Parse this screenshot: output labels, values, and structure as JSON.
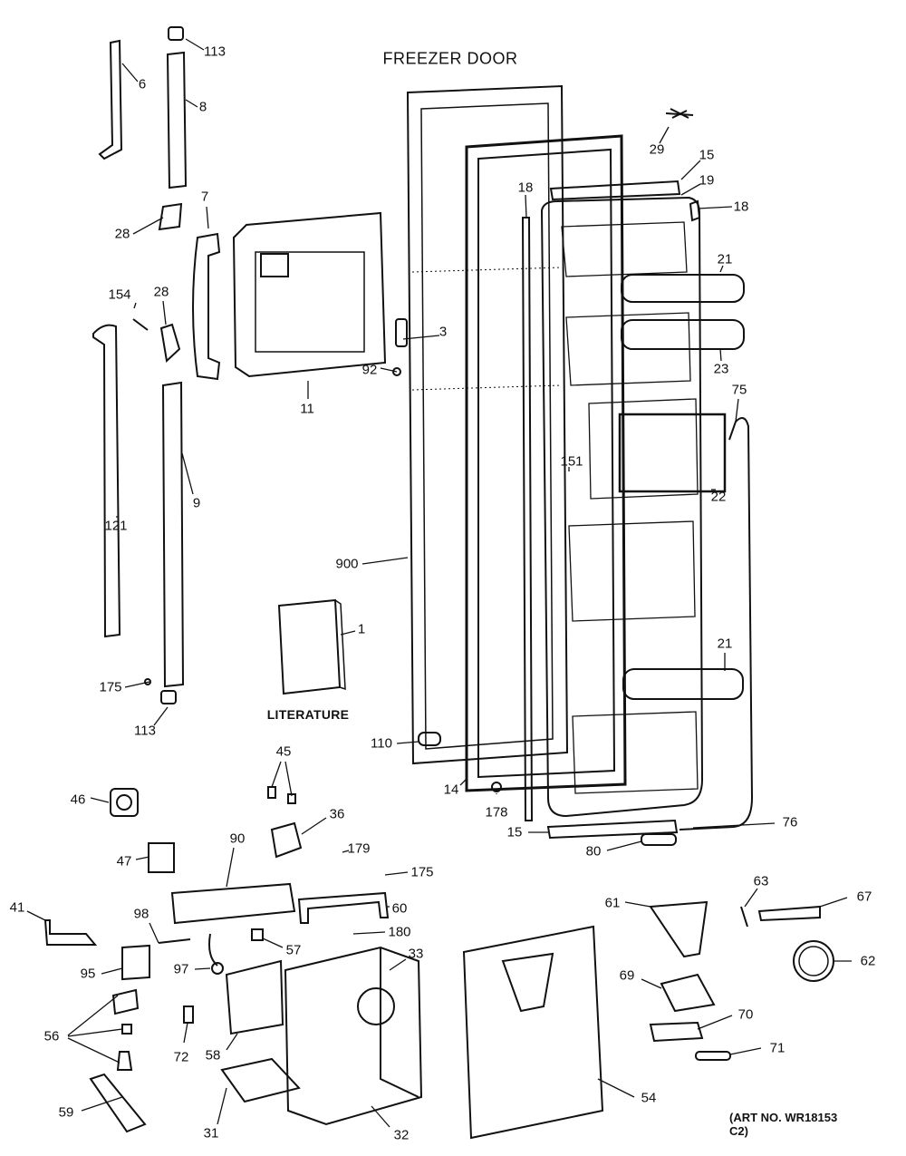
{
  "title": "FREEZER DOOR",
  "literature_label": "LITERATURE",
  "art_number": "(ART NO. WR18153 C2)",
  "callouts": [
    "113",
    "6",
    "8",
    "29",
    "15",
    "19",
    "18",
    "18",
    "7",
    "28",
    "154",
    "28",
    "21",
    "3",
    "92",
    "23",
    "11",
    "75",
    "151",
    "9",
    "22",
    "121",
    "900",
    "1",
    "21",
    "175",
    "113",
    "110",
    "45",
    "14",
    "46",
    "178",
    "36",
    "76",
    "15",
    "90",
    "80",
    "179",
    "47",
    "175",
    "63",
    "67",
    "61",
    "41",
    "60",
    "98",
    "180",
    "33",
    "95",
    "57",
    "62",
    "97",
    "69",
    "70",
    "56",
    "58",
    "71",
    "72",
    "54",
    "59",
    "31",
    "32"
  ]
}
